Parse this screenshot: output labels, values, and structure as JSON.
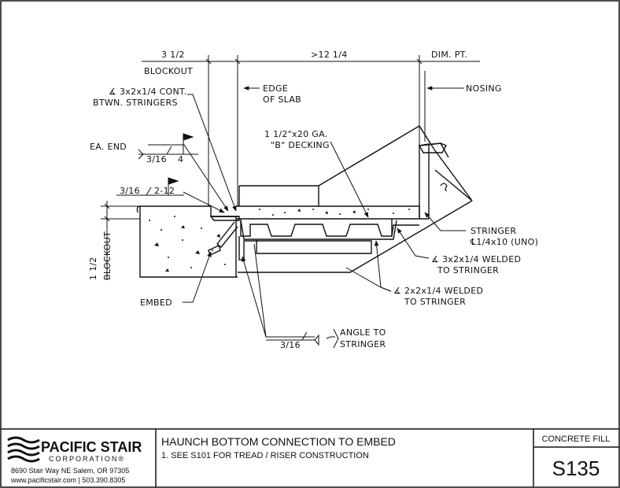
{
  "dimensions": {
    "blockout_width": "3 1/2",
    "blockout_label": "BLOCKOUT",
    "span": ">12 1/4",
    "dim_point": "DIM. PT.",
    "blockout_height": "1 1/2",
    "blockout_vertical": "BLOCKOUT"
  },
  "callouts": {
    "angle_cont_1": "∡ 3x2x1/4 CONT.",
    "angle_cont_2": "BTWN. STRINGERS",
    "edge_of_slab_1": "EDGE",
    "edge_of_slab_2": "OF SLAB",
    "nosing": "NOSING",
    "decking_1": "1 1/2\"x20 GA.",
    "decking_2": "\"B\" DECKING",
    "ea_end": "EA. END",
    "weld_1_size": "3/16",
    "weld_1_len": "4",
    "weld_2_size": "3/16",
    "weld_2_len": "2-12",
    "stringer_1": "STRINGER",
    "stringer_2": "℄1/4x10 (UNO)",
    "angle_welded_1": "∡ 3x2x1/4 WELDED",
    "angle_welded_2": "TO STRINGER",
    "angle_small_1": "∡ 2x2x1/4 WELDED",
    "angle_small_2": "TO STRINGER",
    "embed": "EMBED",
    "weld_3_size": "3/16",
    "angle_to_1": "ANGLE TO",
    "angle_to_2": "STRINGER"
  },
  "title_block": {
    "company": "PACIFIC STAIR",
    "corporation": "CORPORATION®",
    "address": "8690 Stair Way NE Salem, OR 97305",
    "contact": "www.pacificstair.com  |  503.390.8305",
    "title": "HAUNCH BOTTOM CONNECTION TO EMBED",
    "note": "1.  SEE S101 FOR TREAD / RISER CONSTRUCTION",
    "category": "CONCRETE FILL",
    "sheet_number": "S135"
  }
}
